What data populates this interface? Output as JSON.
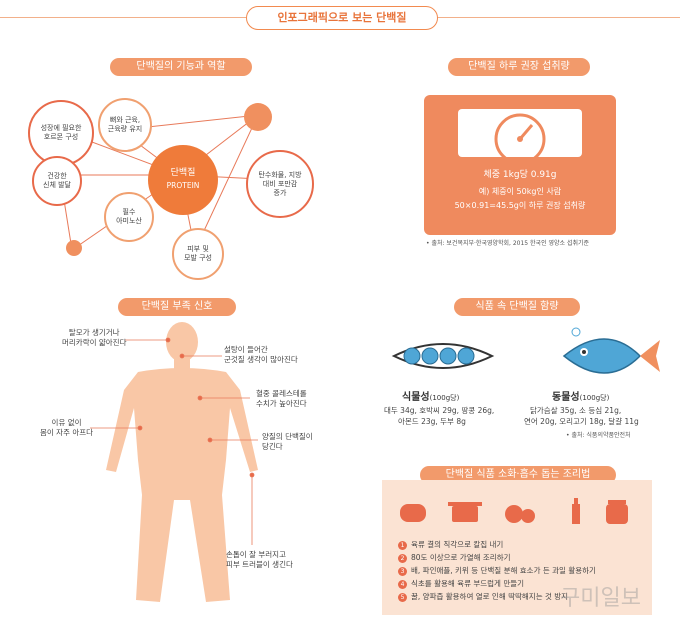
{
  "main_title": "인포그래픽으로 보는 단백질",
  "sections": {
    "functions_title": "단백질의 기능과 역할",
    "daily_title": "단백질 하루 권장 섭취량",
    "deficiency_title": "단백질 부족 신호",
    "food_title": "식품 속 단백질 함량",
    "cooking_title": "단백질 식품 소화·흡수 돕는 조리법"
  },
  "functions": {
    "center_label": "단백질",
    "center_sub": "PROTEIN",
    "nodes": [
      "성장에 필요한\n호르몬 구성",
      "뼈와 근육,\n근육량 유지",
      "건강한\n신체 발달",
      "필수\n아미노산",
      "탄수화물, 지방\n대비 포만감\n증가",
      "피부 및\n모발 구성"
    ]
  },
  "daily": {
    "line1": "체중 1kg당 0.91g",
    "line2": "예) 체중이 50kg인 사람",
    "line3": "50×0.91=45.5g이 하루 권장 섭취량",
    "source": "• 출처: 보건복지부·한국영양학회, 2015 한국인 영양소 섭취기준"
  },
  "deficiency": {
    "signs": [
      "탈모가 생기거나\n머리카락이 얇아진다",
      "설탕이 들어간\n군것질 생각이 많아진다",
      "혈중 콜레스테롤\n수치가 높아진다",
      "이유 없이\n몸이 자주 아프다",
      "양질의 단백질이\n당긴다",
      "손톱이 잘 부러지고\n피부 트러블이 생긴다"
    ]
  },
  "food": {
    "plant_title": "식물성",
    "plant_unit": "(100g당)",
    "plant_line1": "대두 34g, 호박씨 29g, 땅콩 26g,",
    "plant_line2": "아몬드 23g, 두부 8g",
    "animal_title": "동물성",
    "animal_unit": "(100g당)",
    "animal_line1": "닭가슴살 35g, 소 등심 21g,",
    "animal_line2": "연어 20g, 오리고기 18g, 달걀 11g",
    "source": "• 출처: 식품의약품안전처"
  },
  "cooking": {
    "tips": [
      "육류 결의 직각으로 칼집 내기",
      "80도 이상으로 가열해 조리하기",
      "배, 파인애플, 키위 등 단백질 분해 효소가 든 과일 활용하기",
      "식초를 활용해 육류 부드럽게 만들기",
      "꿀, 양파즙 활용하여 열로 인해 딱딱해지는 것 방지"
    ]
  },
  "watermark": "구미일보",
  "colors": {
    "accent": "#e8743b",
    "body": "#f9c7a6",
    "scale": "#ef8a5e",
    "tips_bg": "#fbe3d3"
  }
}
